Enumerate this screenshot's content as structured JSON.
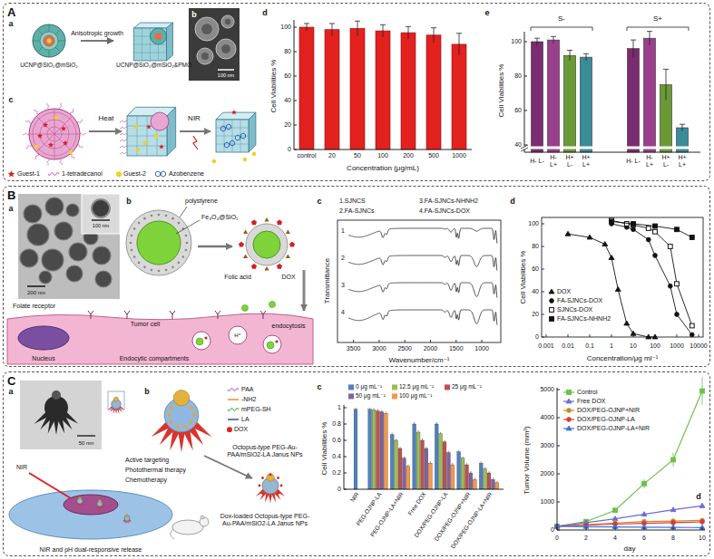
{
  "diagram": {
    "nodes": [
      {
        "text": [
          "A"
        ]
      },
      {
        "text": [
          "UCNP@SiO₂@mSiO₂"
        ],
        "in": 0
      },
      {
        "text": [
          "UCNP@SiO₂@mSiO₂&PMO"
        ],
        "in": 0
      },
      {
        "text": [
          "B"
        ]
      },
      {
        "text": [
          "C"
        ]
      }
    ],
    "edges": [
      {
        "from": 1,
        "to": 2,
        "arrow": "to",
        "label": "Anisotropic growth"
      }
    ],
    "labels": [
      "a",
      "b",
      "100 nm",
      "c",
      "Heat",
      "NIR",
      "d",
      "Cell Viabilities %",
      "0",
      "20",
      "40",
      "60",
      "80",
      "100",
      "control",
      "20",
      "50",
      "100",
      "200",
      "500",
      "1000",
      "Concentration (μg/mL)",
      "e",
      "Cell Viabilities %",
      "100",
      "80",
      "60",
      "40",
      "S-",
      "S+",
      "H- L-",
      "H- L+",
      "H+ L-",
      "H+ L+",
      "H- L-",
      "H- L+",
      "H+ L-",
      "H+ L+",
      "a",
      "100 nm",
      "200 nm",
      "b",
      "polystyrene",
      "Fe₃O₄@SiO₂",
      "Folic acid",
      "DOX",
      "Folate receptor",
      "Tumor cell",
      "Nucleus",
      "Endocytic compartments",
      "endocytosis",
      "H⁺",
      "c",
      "1.SJNCS",
      "2.FA-SJNCs",
      "3.FA-SJNCs-NHNH2",
      "4.FA-SJNCs-DOX",
      "1",
      "2",
      "3",
      "4",
      "Transmittance",
      "3500",
      "3000",
      "2500",
      "2000",
      "1500",
      "1000",
      "Wavenumber/cm⁻¹",
      "d",
      "Cell Viabilities %",
      "0",
      "20",
      "40",
      "60",
      "80",
      "100",
      "0.001",
      "0.01",
      "0.1",
      "1",
      "10",
      "100",
      "1000",
      "10000",
      "Concentration/μg ml⁻¹",
      "a",
      "50 nm",
      "NIR",
      "Active targeting",
      "Photothermal therapy",
      "Chemotherapy",
      "NIR and pH dual-responsive release",
      "b",
      "Octopus-type PEG-Au-PAA/mSiO2-LA Janus NPs",
      "Dox-loaded Octopus-type PEG-Au-PAA/mSiO2-LA Janus NPs",
      "c",
      "Cell Viabilities %",
      "0",
      "0.2",
      "0.4",
      "0.6",
      "0.8",
      "1",
      "NIR",
      "PEG-OJNP-LA",
      "PEG-OJNP-LA+NIR",
      "Free DOX",
      "DOX/PEG-OJNP-LA",
      "DOX/PEG-OJNP+NIR",
      "DOX/PEG-OJNP-LA+NIR",
      "d",
      "Tumor Volume (mm³)",
      "0",
      "1000",
      "2000",
      "3000",
      "4000",
      "5000",
      "0",
      "2",
      "4",
      "6",
      "8",
      "10",
      "day"
    ],
    "legend": [
      {
        "text": "Guest-1"
      },
      {
        "text": "1-tetradecanol"
      },
      {
        "text": "Guest-2",
        "color": "#f2cf1d"
      },
      {
        "text": "Azobenzene"
      },
      {
        "text": "DOX"
      },
      {
        "text": "FA-SJNCs-DOX"
      },
      {
        "text": "SJNCs-DOX"
      },
      {
        "text": "FA-SJNCs-NHNH2"
      },
      {
        "text": "PAA"
      },
      {
        "text": "-NH2"
      },
      {
        "text": "mPEG-SH"
      },
      {
        "text": "LA"
      },
      {
        "text": "DOX",
        "color": "#e0221b"
      },
      {
        "text": "0 μg mL⁻¹",
        "color": "#4f81bd"
      },
      {
        "text": "12.5 μg mL⁻¹",
        "color": "#9bbb59"
      },
      {
        "text": "25 μg mL⁻¹",
        "color": "#c0504d"
      },
      {
        "text": "50 μg mL⁻¹",
        "color": "#8064a2"
      },
      {
        "text": "100 μg mL⁻¹",
        "color": "#f79646"
      },
      {
        "text": "Control"
      },
      {
        "text": "Free DOX"
      },
      {
        "text": "DOX/PEG-OJNP+NIR"
      },
      {
        "text": "DOX/PEG-OJNP-LA"
      },
      {
        "text": "DOX/PEG-OJNP-LA+NIR"
      }
    ]
  }
}
